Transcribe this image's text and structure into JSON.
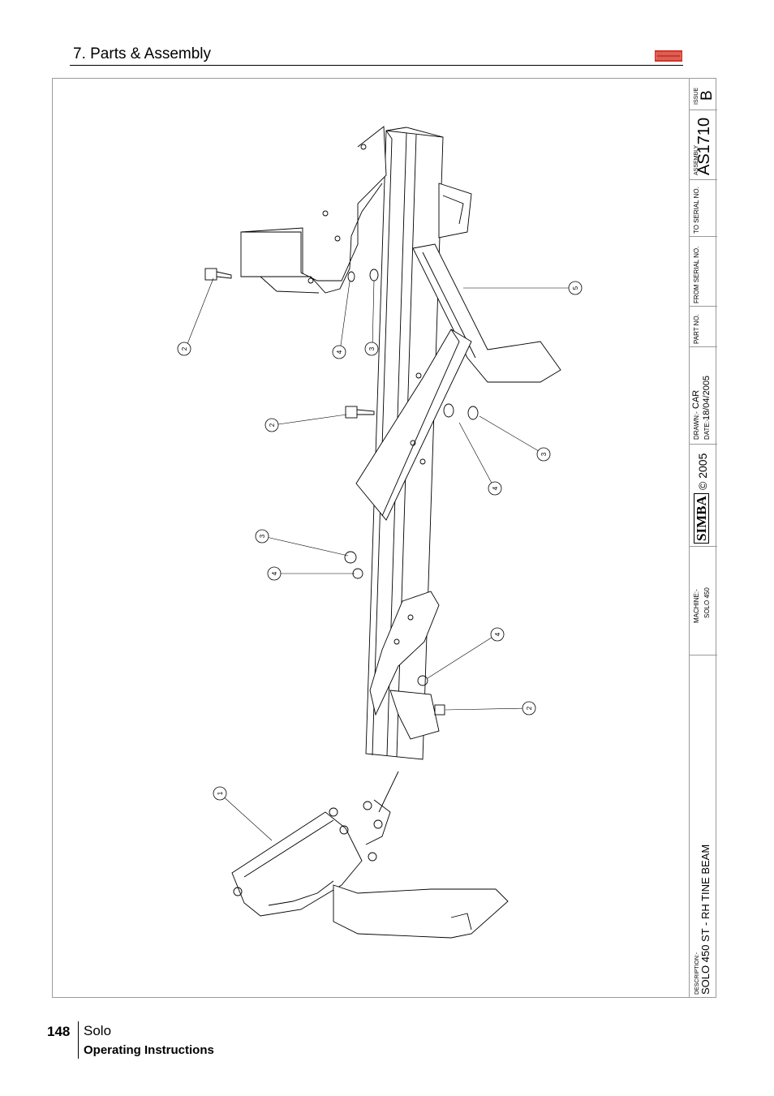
{
  "header": {
    "section_title": "7. Parts & Assembly",
    "logo_name": "simba-logo",
    "accent_color": "#d2352a"
  },
  "title_block": {
    "issue_label": "ISSUE",
    "issue_value": "B",
    "assembly_label": "ASSEMBLY",
    "assembly_value": "AS1710",
    "to_serial_label": "TO SERIAL NO.",
    "from_serial_label": "FROM SERIAL NO.",
    "part_no_label": "PART NO.",
    "drawn_label": "DRAWN:-",
    "drawn_value": "CAR",
    "date_label": "DATE:-",
    "date_value": "18/04/2005",
    "brand": "SIMBA",
    "copyright": "© 2005",
    "machine_label": "MACHINE:-",
    "machine_value": "SOLO 450",
    "description_label": "DESCRIPTION:-",
    "description_value": "SOLO 450 ST - RH TINE BEAM"
  },
  "callouts": [
    "2",
    "4",
    "3",
    "5",
    "2",
    "3",
    "4",
    "3",
    "4",
    "4",
    "2",
    "1"
  ],
  "footer": {
    "page_number": "148",
    "product": "Solo",
    "document": "Operating Instructions"
  }
}
